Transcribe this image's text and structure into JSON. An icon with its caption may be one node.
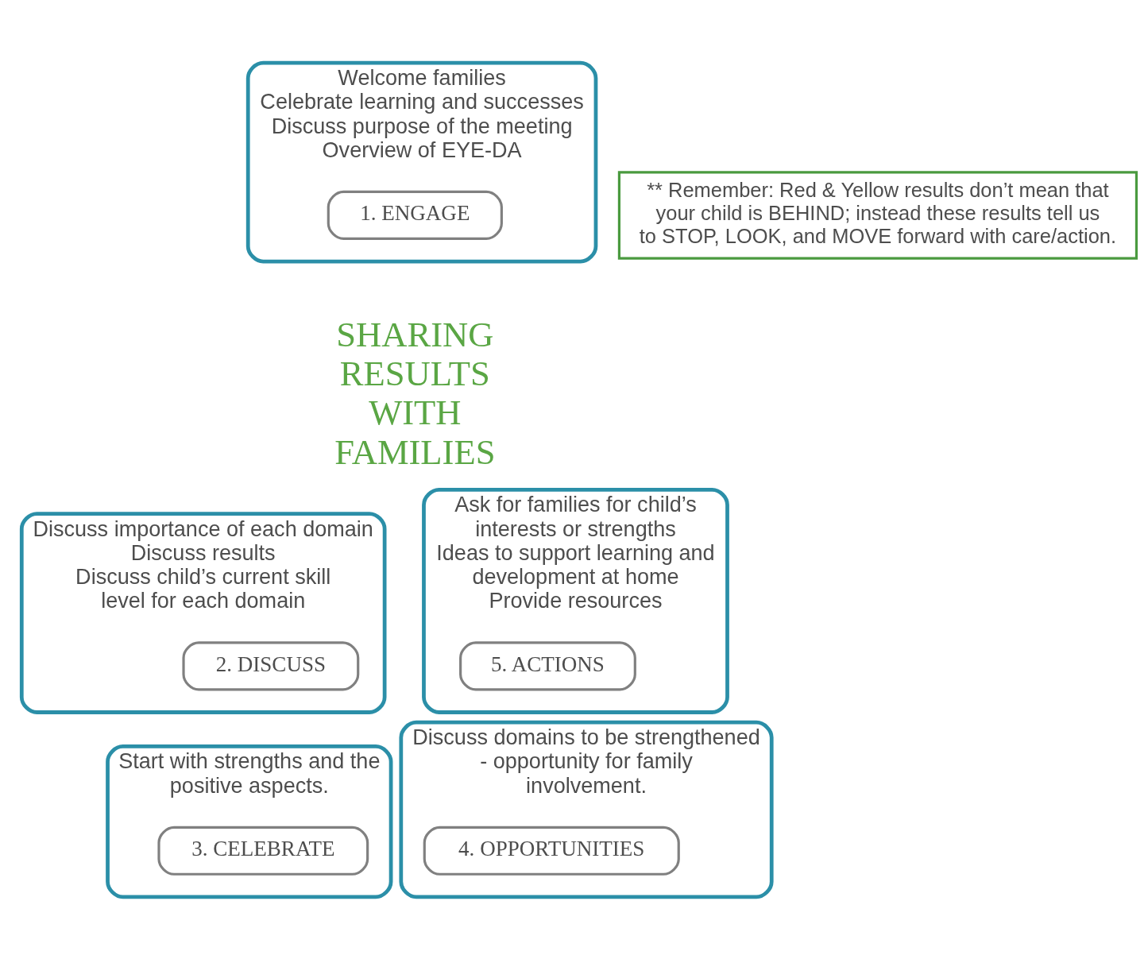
{
  "diagram": {
    "nodes": [
      {
        "text": [
          "Welcome families",
          "Celebrate learning and successes",
          "Discuss purpose of the meeting",
          "Overview of EYE-DA"
        ]
      },
      {
        "text": [
          "1. ENGAGE"
        ],
        "in": 0
      },
      {
        "text": [
          "** Remember: Red & Yellow results don’t mean that your child is BEHIND; instead these results tell us to STOP, LOOK, and MOVE forward with care/action."
        ]
      },
      {
        "text": [
          "Discuss importance of each domain",
          "Discuss results",
          "Discuss child’s current skill level for each domain"
        ]
      },
      {
        "text": [
          "2. DISCUSS"
        ],
        "in": 3
      },
      {
        "text": [
          "Start with strengths and the positive aspects."
        ]
      },
      {
        "text": [
          "3. CELEBRATE"
        ],
        "in": 5
      },
      {
        "text": [
          "Discuss domains to be strengthened - opportunity for family involvement."
        ]
      },
      {
        "text": [
          "4. OPPORTUNITIES"
        ],
        "in": 7
      },
      {
        "text": [
          "Ask for families for child’s interests or strengths",
          "Ideas to support learning and development at home",
          "Provide resources"
        ]
      },
      {
        "text": [
          "5. ACTIONS"
        ],
        "in": 9
      }
    ],
    "edges": [],
    "labels": [
      "SHARING RESULTS WITH FAMILIES"
    ]
  }
}
